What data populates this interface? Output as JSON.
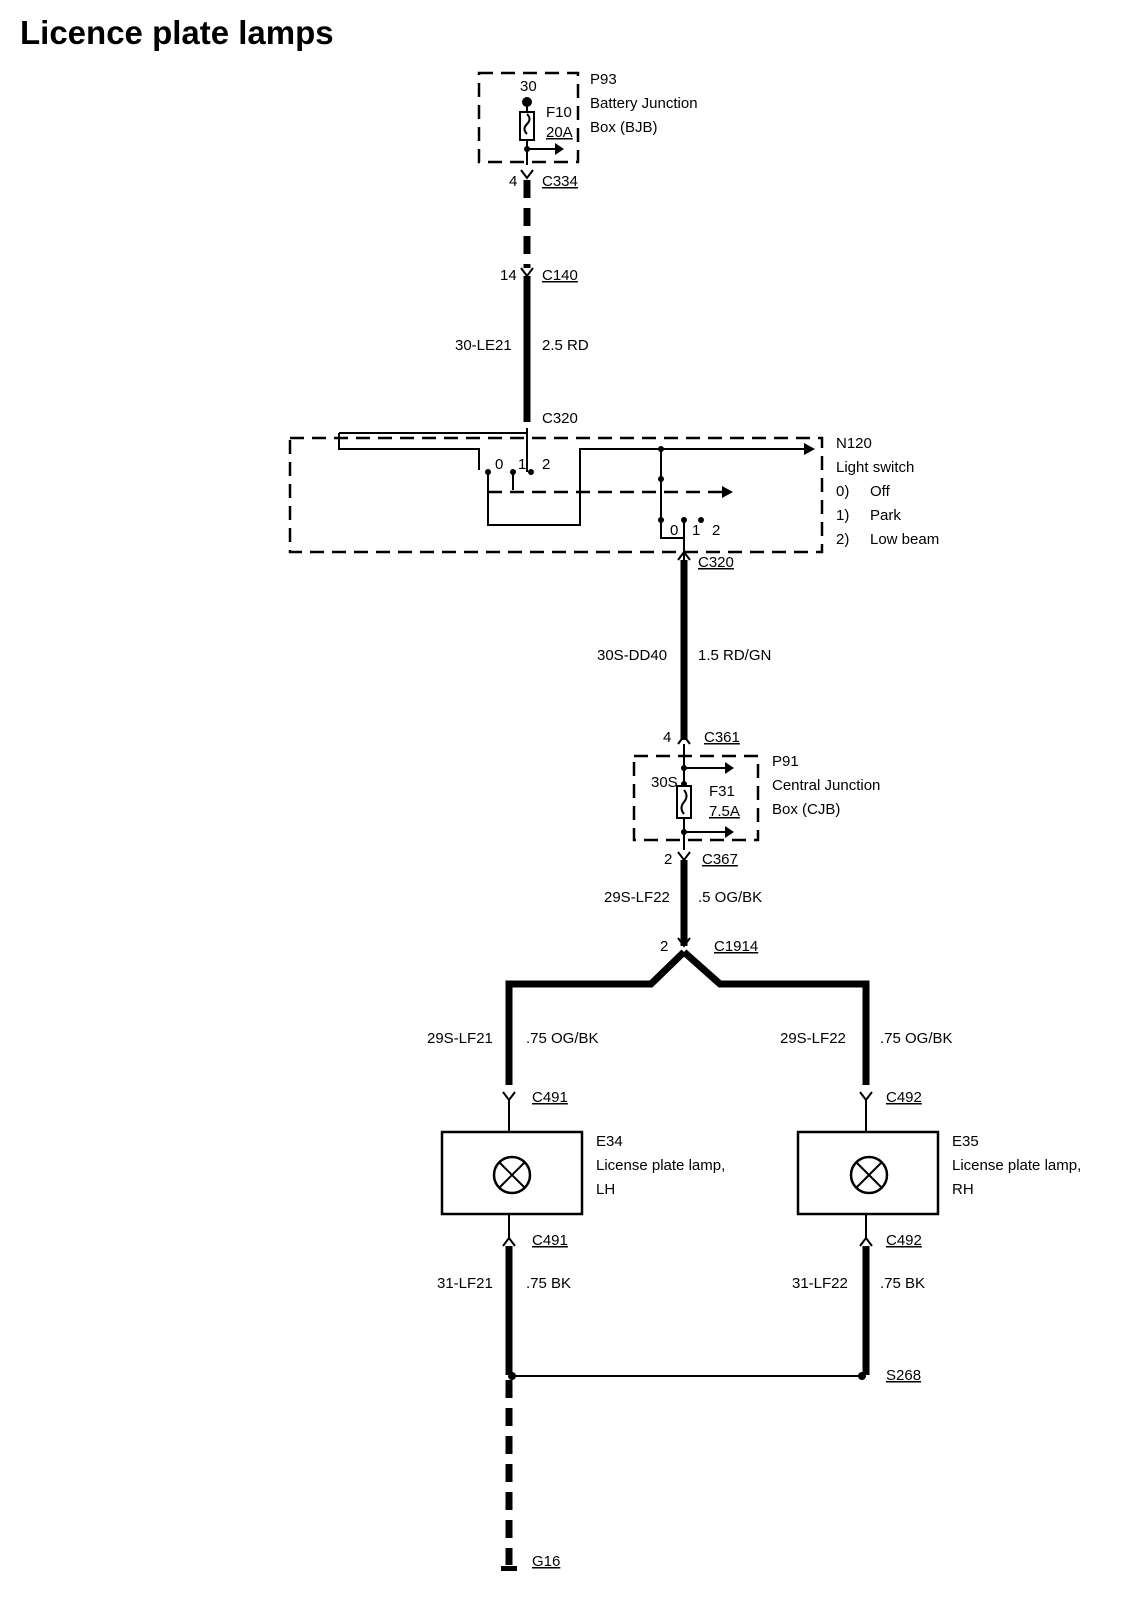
{
  "title": "Licence plate lamps",
  "bjb": {
    "id": "P93",
    "line1": "Battery Junction",
    "line2": "Box (BJB)",
    "pin": "30",
    "fuse": "F10",
    "rating": "20A"
  },
  "c334": {
    "pin": "4",
    "name": "C334"
  },
  "c140": {
    "pin": "14",
    "name": "C140"
  },
  "wire1": {
    "circuit": "30-LE21",
    "spec": "2.5 RD"
  },
  "c320_top": "C320",
  "switch": {
    "id": "N120",
    "name": "Light switch",
    "states": [
      {
        "code": "0)",
        "label": "Off"
      },
      {
        "code": "1)",
        "label": "Park"
      },
      {
        "code": "2)",
        "label": "Low beam"
      }
    ],
    "contacts_a": [
      "0",
      "1",
      "2"
    ],
    "contacts_b": [
      "0",
      "1",
      "2"
    ]
  },
  "c320_bottom": "C320",
  "wire2": {
    "circuit": "30S-DD40",
    "spec": "1.5 RD/GN"
  },
  "c361": {
    "pin": "4",
    "name": "C361"
  },
  "cjb": {
    "id": "P91",
    "line1": "Central Junction",
    "line2": "Box (CJB)",
    "pin": "30S",
    "fuse": "F31",
    "rating": "7.5A"
  },
  "c367": {
    "pin": "2",
    "name": "C367"
  },
  "wire3": {
    "circuit": "29S-LF22",
    "spec": ".5 OG/BK"
  },
  "c1914": {
    "pin": "2",
    "name": "C1914"
  },
  "left_branch": {
    "circuit": "29S-LF21",
    "spec": ".75 OG/BK",
    "conn_top": "C491",
    "lamp_id": "E34",
    "lamp_line1": "License plate lamp,",
    "lamp_line2": "LH",
    "conn_bottom": "C491",
    "ground_circuit": "31-LF21",
    "ground_spec": ".75 BK"
  },
  "right_branch": {
    "circuit": "29S-LF22",
    "spec": ".75 OG/BK",
    "conn_top": "C492",
    "lamp_id": "E35",
    "lamp_line1": "License plate lamp,",
    "lamp_line2": "RH",
    "conn_bottom": "C492",
    "ground_circuit": "31-LF22",
    "ground_spec": ".75 BK"
  },
  "splice": "S268",
  "ground": "G16"
}
